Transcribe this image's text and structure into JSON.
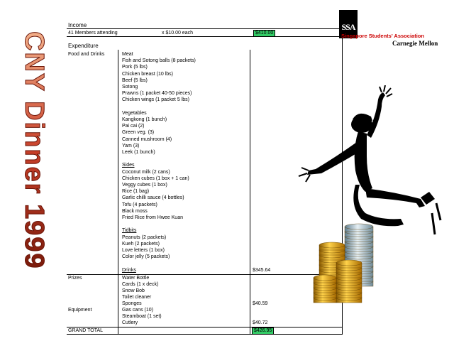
{
  "title_vertical": "CNY Dinner 1999",
  "income": {
    "heading": "Income",
    "members_label": "41 Members attending",
    "rate_label": "x $10.00 each",
    "total": "$410.00"
  },
  "expenditure": {
    "heading": "Expenditure",
    "food_label": "Food and Drinks",
    "sections": [
      {
        "title": "Meat",
        "items": [
          "Fish and Sotong balls (8 packets)",
          "Pork (5 lbs)",
          "Chicken breast (10 lbs)",
          "Beef (5 lbs)",
          "Sotong",
          "Prawns (1 packet 40-50 pieces)",
          "Chicken wings (1 packet 5 lbs)"
        ]
      },
      {
        "title": "Vegetables",
        "items": [
          "Kangkong (1 bunch)",
          "Pai cai (2)",
          "Green veg. (3)",
          "Canned mushroom (4)",
          "Yam (3)",
          "Leek (1 bunch)"
        ]
      },
      {
        "title": "Sides",
        "items": [
          "Coconut milk (2 cans)",
          "Chicken cubes (1 box + 1 can)",
          "Veggy cubes (1 box)",
          "Rice (1 bag)",
          "Garlic chilli sauce (4 bottles)",
          "Tofu (4 packets)",
          "Black moss",
          "Fried Rice from Hwee Kuan"
        ]
      },
      {
        "title": "Tidbits",
        "items": [
          "Peanuts (2 packets)",
          "Kueh (2 packets)",
          "Love letters (1 box)",
          "Color jelly (5 packets)"
        ]
      }
    ],
    "drinks_label": "Drinks",
    "food_total": "$345.64",
    "prizes_label": "Prizes",
    "prize_items": [
      "Water Bottle",
      "Cards (1 x deck)",
      "Snow Bob",
      "Toilet cleaner",
      "Sponges"
    ],
    "prizes_total": "$40.59",
    "equipment_label": "Equipment",
    "equipment_items": [
      "Gas cans (10)",
      "Steamboat (1 set)",
      "Cutlery"
    ],
    "equipment_total": "$40.72",
    "grand_total_label": "GRAND TOTAL",
    "grand_total": "$426.95"
  },
  "logo": {
    "monogram": "SSA",
    "org_name": "Singapore Students' Association",
    "university": "Carnegie Mellon"
  },
  "colors": {
    "highlight": "#33cc66",
    "title_fill": "#c8402a",
    "org_red": "#cc0000"
  }
}
